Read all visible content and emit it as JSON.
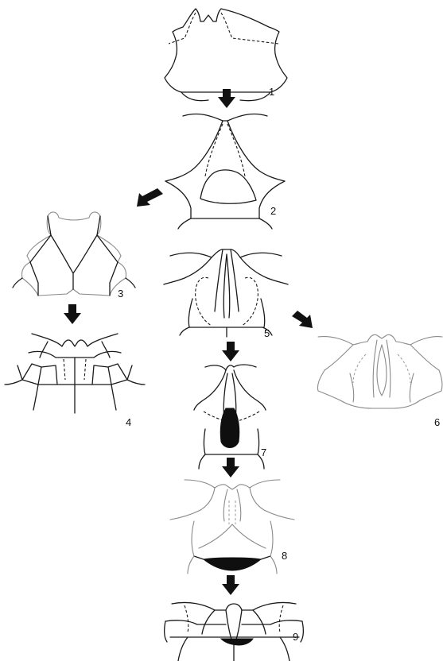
{
  "figure": {
    "panels": [
      {
        "id": "1",
        "label": "1"
      },
      {
        "id": "2",
        "label": "2"
      },
      {
        "id": "3",
        "label": "3"
      },
      {
        "id": "4",
        "label": "4"
      },
      {
        "id": "5",
        "label": "5"
      },
      {
        "id": "6",
        "label": "6"
      },
      {
        "id": "7",
        "label": "7"
      },
      {
        "id": "8",
        "label": "8"
      },
      {
        "id": "9",
        "label": "9"
      }
    ],
    "arrows": [
      {
        "from": "1",
        "to": "2",
        "direction": "down"
      },
      {
        "from": "2",
        "to": "3",
        "direction": "down-left"
      },
      {
        "from": "3",
        "to": "4",
        "direction": "down"
      },
      {
        "from": "5",
        "to": "6",
        "direction": "down-right"
      },
      {
        "from": "5",
        "to": "7",
        "direction": "down"
      },
      {
        "from": "7",
        "to": "8",
        "direction": "down"
      },
      {
        "from": "8",
        "to": "9",
        "direction": "down"
      }
    ]
  }
}
